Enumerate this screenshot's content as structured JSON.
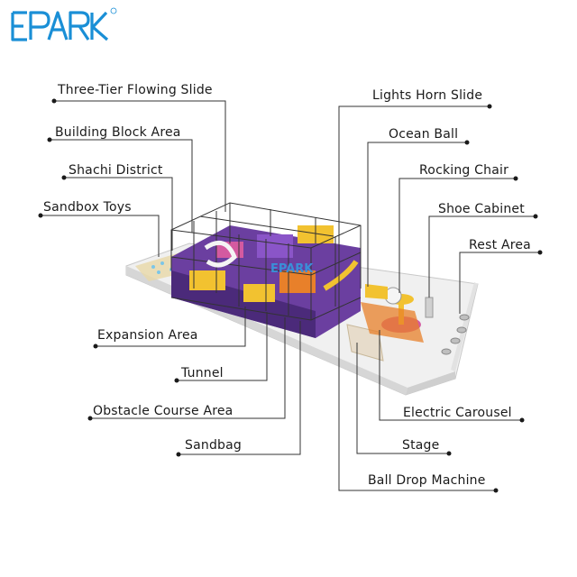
{
  "brand": {
    "name": "EPARK",
    "registered_mark": "®",
    "color": "#1a8fd6"
  },
  "labels_left": [
    {
      "id": "three-tier-flowing-slide",
      "text": "Three-Tier Flowing Slide"
    },
    {
      "id": "building-block-area",
      "text": "Building Block Area"
    },
    {
      "id": "shachi-district",
      "text": "Shachi District"
    },
    {
      "id": "sandbox-toys",
      "text": "Sandbox Toys"
    },
    {
      "id": "expansion-area",
      "text": "Expansion Area"
    },
    {
      "id": "tunnel",
      "text": "Tunnel"
    },
    {
      "id": "obstacle-course-area",
      "text": "Obstacle Course Area"
    },
    {
      "id": "sandbag",
      "text": "Sandbag"
    }
  ],
  "labels_right": [
    {
      "id": "lights-horn-slide",
      "text": "Lights Horn Slide"
    },
    {
      "id": "ocean-ball",
      "text": "Ocean Ball"
    },
    {
      "id": "rocking-chair",
      "text": "Rocking Chair"
    },
    {
      "id": "shoe-cabinet",
      "text": "Shoe Cabinet"
    },
    {
      "id": "rest-area",
      "text": "Rest Area"
    },
    {
      "id": "electric-carousel",
      "text": "Electric Carousel"
    },
    {
      "id": "stage",
      "text": "Stage"
    },
    {
      "id": "ball-drop-machine",
      "text": "Ball Drop Machine"
    }
  ],
  "colors": {
    "floor": "#eeeeee",
    "wall": "#d9d9d9",
    "frame": "#1c1c1c",
    "purple": "#6b3fa0",
    "yellow": "#f2c230",
    "orange": "#e8802a",
    "pink": "#d45aa0",
    "blue": "#3a8fd8"
  }
}
